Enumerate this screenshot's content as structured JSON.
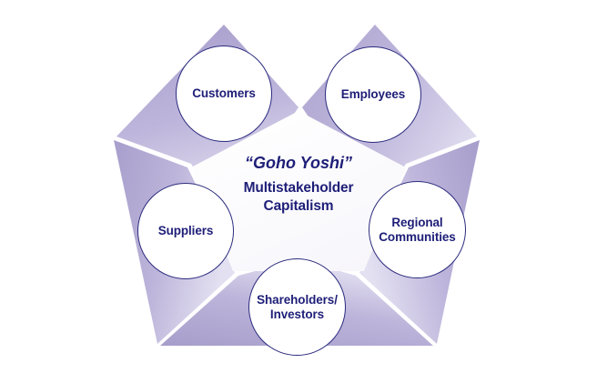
{
  "diagram": {
    "type": "pentagon-star-stakeholder-model",
    "center": {
      "tagline": "“Goho Yoshi”",
      "line1": "Multistakeholder",
      "line2": "Capitalism"
    },
    "nodes": [
      {
        "id": "customers",
        "label": "Customers"
      },
      {
        "id": "employees",
        "label": "Employees"
      },
      {
        "id": "regional-communities",
        "label": "Regional\nCommunities"
      },
      {
        "id": "shareholders-investors",
        "label": "Shareholders/\nInvestors"
      },
      {
        "id": "suppliers",
        "label": "Suppliers"
      }
    ],
    "colors": {
      "text": "#1e1e78",
      "circle_outline": "#2b2b7e",
      "wedge_light": "#d8d4ec",
      "wedge_mid": "#b3abd5",
      "wedge_dark": "#9a90c4",
      "background": "#ffffff"
    }
  }
}
